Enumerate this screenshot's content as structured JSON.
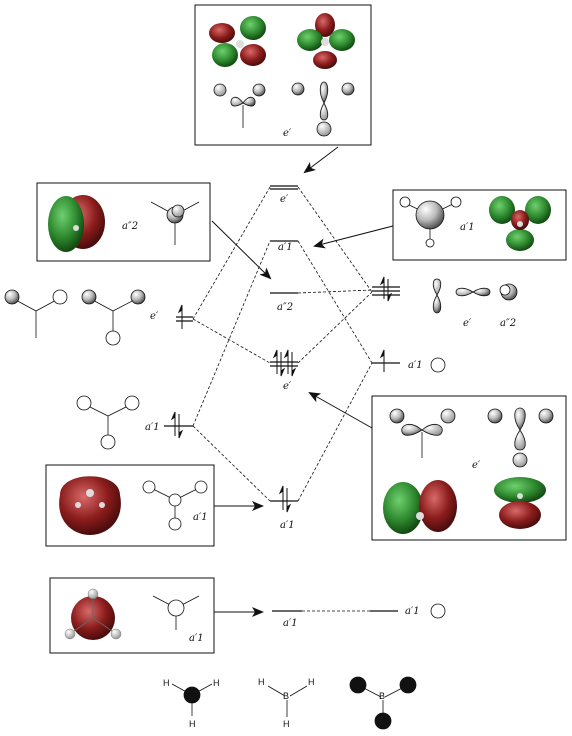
{
  "mo_labels": {
    "e_prime_top": "e′",
    "a1_prime_upper": "a′1",
    "a2_dprime": "a″2",
    "e_prime_mid": "e′",
    "a1_prime_lower": "a′1",
    "a1_prime_left": "a′1",
    "e_prime_left": "e′"
  },
  "fragment_labels": {
    "right_a1_prime": "a′1",
    "right_e_prime": "e′",
    "right_a2_dprime": "a″2",
    "nonbonding_left": "a′1",
    "nonbonding_right": "a′1"
  },
  "box_labels": {
    "top_e_prime": "e′",
    "a2_dprime": "a″2",
    "a1_prime_upper": "a′1",
    "e_prime_lower_right": "e′",
    "a1_prime_bonding": "a′1",
    "a1_prime_bottom": "a′1"
  },
  "molecules": {
    "m1": {
      "central": "",
      "ligands": [
        "H",
        "H",
        "H"
      ]
    },
    "m2": {
      "central": "B",
      "ligands": [
        "H",
        "H",
        "H"
      ]
    },
    "m3": {
      "central": "B",
      "ligands": []
    }
  },
  "colors": {
    "orbital_red": "#8b1c1c",
    "orbital_green": "#2f8a2f",
    "line": "#111111"
  }
}
